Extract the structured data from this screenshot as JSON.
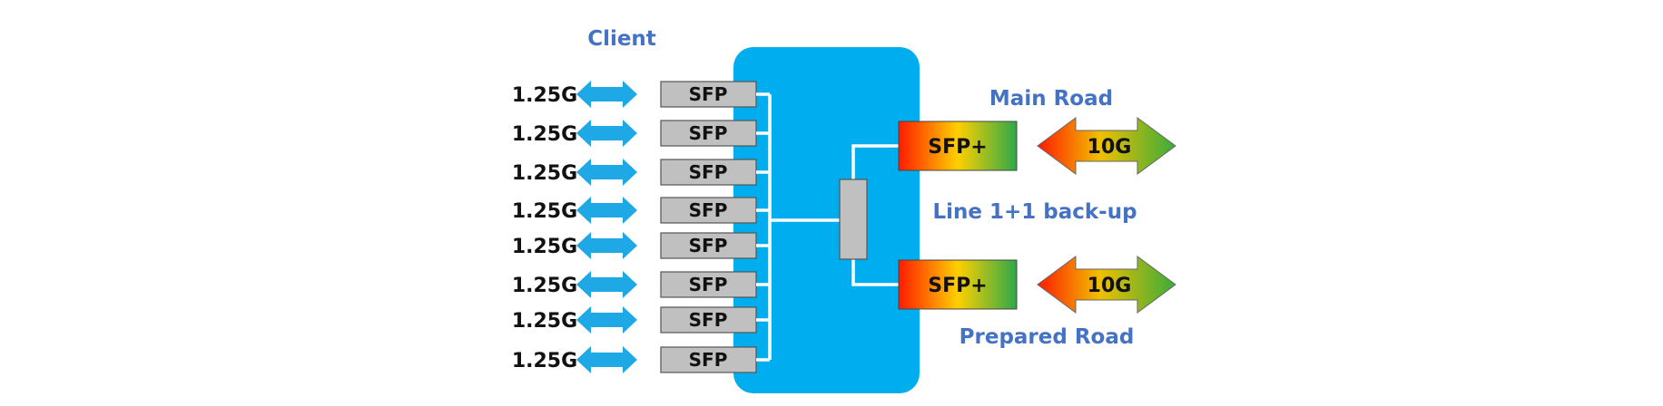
{
  "client_label": "Client",
  "main_road_label": "Main Road",
  "backup_label": "Line 1+1 back-up",
  "prepared_road_label": "Prepared Road",
  "client_ports": [
    {
      "rate": "1.25G",
      "module": "SFP"
    },
    {
      "rate": "1.25G",
      "module": "SFP"
    },
    {
      "rate": "1.25G",
      "module": "SFP"
    },
    {
      "rate": "1.25G",
      "module": "SFP"
    },
    {
      "rate": "1.25G",
      "module": "SFP"
    },
    {
      "rate": "1.25G",
      "module": "SFP"
    },
    {
      "rate": "1.25G",
      "module": "SFP"
    },
    {
      "rate": "1.25G",
      "module": "SFP"
    }
  ],
  "line_ports": [
    {
      "module": "SFP+",
      "rate": "10G",
      "role": "main"
    },
    {
      "module": "SFP+",
      "rate": "10G",
      "role": "prepared"
    }
  ],
  "colors": {
    "device_body": "#00aeef",
    "client_arrow": "#1fa8e6",
    "sfp_module": "#c0c0c0",
    "label_blue": "#4472c4",
    "gradient_red": "#ff1a00",
    "gradient_yellow": "#ffd000",
    "gradient_green": "#2ca84a"
  }
}
